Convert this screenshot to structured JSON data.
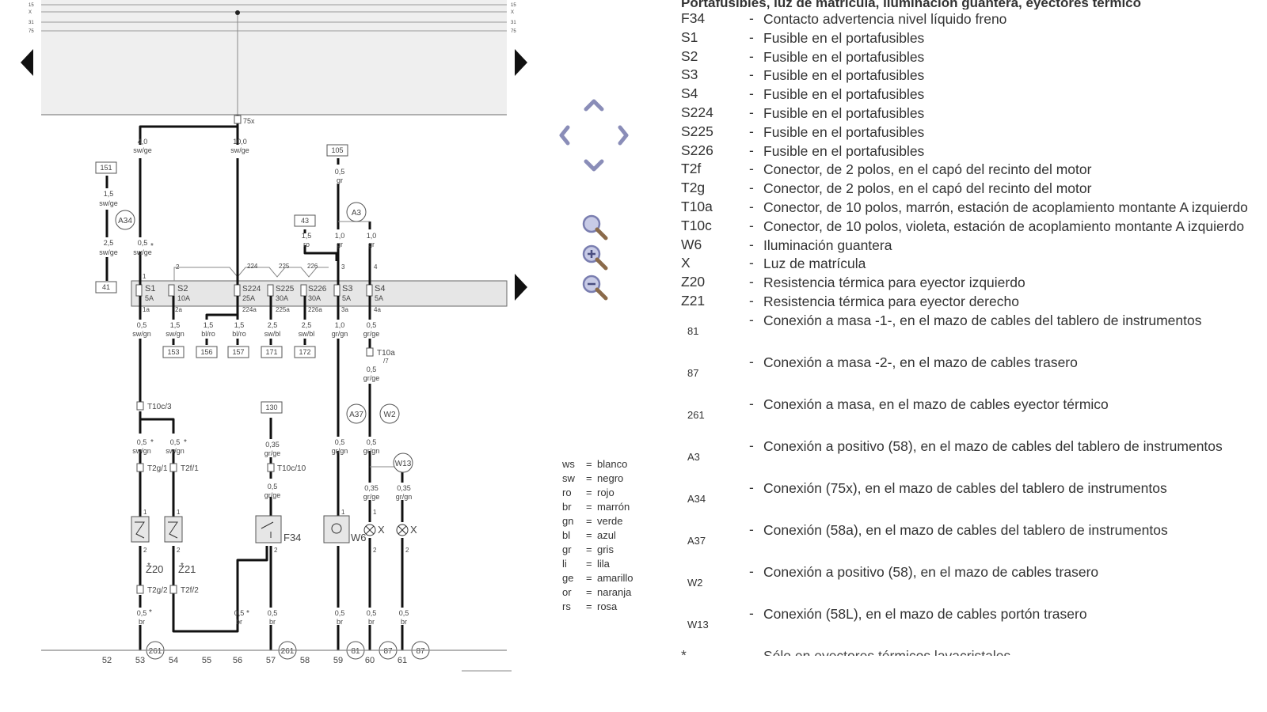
{
  "header_cut": "Portafusibles, luz de matrícula, iluminación guantera, eyectores térmico",
  "legend_items": [
    {
      "code": "F34",
      "text": "Contacto advertencia nivel líquido freno"
    },
    {
      "code": "S1",
      "text": "Fusible en el portafusibles"
    },
    {
      "code": "S2",
      "text": "Fusible en el portafusibles"
    },
    {
      "code": "S3",
      "text": "Fusible en el portafusibles"
    },
    {
      "code": "S4",
      "text": "Fusible en el portafusibles"
    },
    {
      "code": "S224",
      "text": "Fusible en el portafusibles"
    },
    {
      "code": "S225",
      "text": "Fusible en el portafusibles"
    },
    {
      "code": "S226",
      "text": "Fusible en el portafusibles"
    },
    {
      "code": "T2f",
      "text": "Conector, de 2 polos, en el capó del recinto del motor"
    },
    {
      "code": "T2g",
      "text": "Conector, de 2 polos, en el capó del recinto del motor"
    },
    {
      "code": "T10a",
      "text": "Conector, de 10 polos, marrón, estación de acoplamiento montante A izquierdo"
    },
    {
      "code": "T10c",
      "text": "Conector, de 10 polos, violeta, estación de acoplamiento montante A izquierdo"
    },
    {
      "code": "W6",
      "text": "Iluminación guantera"
    },
    {
      "code": "X",
      "text": "Luz de matrícula"
    },
    {
      "code": "Z20",
      "text": "Resistencia térmica para eyector izquierdo"
    },
    {
      "code": "Z21",
      "text": "Resistencia térmica para eyector derecho"
    }
  ],
  "ground_items": [
    {
      "code": "81",
      "text": "Conexión a masa -1-, en el mazo de cables del tablero de instrumentos"
    },
    {
      "code": "87",
      "text": "Conexión a masa -2-, en el mazo de cables trasero"
    },
    {
      "code": "261",
      "text": "Conexión a masa, en el mazo de cables eyector térmico"
    },
    {
      "code": "A3",
      "text": "Conexión a positivo (58), en el mazo de cables del tablero de instrumentos"
    },
    {
      "code": "A34",
      "text": "Conexión (75x), en el mazo de cables del tablero de instrumentos"
    },
    {
      "code": "A37",
      "text": "Conexión (58a), en el mazo de cables del tablero de instrumentos"
    },
    {
      "code": "W2",
      "text": "Conexión a positivo (58), en el mazo de cables trasero"
    },
    {
      "code": "W13",
      "text": "Conexión (58L), en el mazo de cables portón trasero"
    }
  ],
  "footer_cut": "Sólo en eyectores térmicos lavacristales",
  "color_key": [
    {
      "code": "ws",
      "name": "blanco"
    },
    {
      "code": "sw",
      "name": "negro"
    },
    {
      "code": "ro",
      "name": "rojo"
    },
    {
      "code": "br",
      "name": "marrón"
    },
    {
      "code": "gn",
      "name": "verde"
    },
    {
      "code": "bl",
      "name": "azul"
    },
    {
      "code": "gr",
      "name": "gris"
    },
    {
      "code": "li",
      "name": "lila"
    },
    {
      "code": "ge",
      "name": "amarillo"
    },
    {
      "code": "or",
      "name": "naranja"
    },
    {
      "code": "rs",
      "name": "rosa"
    }
  ],
  "color_key_eq": "=",
  "track_numbers": [
    "52",
    "53",
    "54",
    "55",
    "56",
    "57",
    "58",
    "59",
    "60",
    "61"
  ],
  "fuses": [
    {
      "name": "S1",
      "amp": "5A"
    },
    {
      "name": "S2",
      "amp": "10A"
    },
    {
      "name": "S224",
      "amp": "25A"
    },
    {
      "name": "S225",
      "amp": "30A"
    },
    {
      "name": "S226",
      "amp": "30A"
    },
    {
      "name": "S3",
      "amp": "5A"
    },
    {
      "name": "S4",
      "amp": "5A"
    }
  ],
  "wire_labels": {
    "w1_size": "4,0",
    "w1_col": "sw/ge",
    "w2_size": "10,0",
    "w2_col": "sw/ge",
    "w3_size": "1,5",
    "w3_col": "sw/ge",
    "w4_size": "2,5",
    "w4_col": "sw/ge",
    "w5_size": "0,5",
    "w5_col": "sw/ge",
    "w6_size": "0,5",
    "w6_col": "gr",
    "w7_size": "1,0",
    "w7_col": "gr",
    "w8_size": "1,0",
    "w8_col": "gr",
    "w9_size": "1,5",
    "w9_col": "ro",
    "b1_size": "0,5",
    "b1_col": "sw/gn",
    "b2_size": "1,5",
    "b2_col": "sw/gn",
    "b3_size": "1,5",
    "b3_col": "bl/ro",
    "b4_size": "1,5",
    "b4_col": "bl/ro",
    "b5_size": "2,5",
    "b5_col": "sw/bl",
    "b6_size": "2,5",
    "b6_col": "sw/bl",
    "b7_size": "1,0",
    "b7_col": "gr/gn",
    "b8_size": "0,5",
    "b8_col": "gr/ge",
    "b9_size": "0,5",
    "b9_col": "gr/ge",
    "c1_size": "0,5",
    "c1_col": "sw/gn",
    "c2_size": "0,5",
    "c2_col": "sw/gn",
    "c3_size": "0,35",
    "c3_col": "gr/ge",
    "c4_size": "0,5",
    "c4_col": "gr/ge",
    "c5_size": "0,5",
    "c5_col": "gr/gn",
    "c6_size": "0,5",
    "c6_col": "gr/gn",
    "c7_size": "0,35",
    "c7_col": "gr/ge",
    "c8_size": "0,35",
    "c8_col": "gr/gn",
    "d1_size": "0,5",
    "d1_col": "br",
    "d2_size": "0,5",
    "d2_col": "br",
    "d3_size": "0,5",
    "d3_col": "br",
    "d4_size": "0,5",
    "d4_col": "br",
    "d5_size": "0,5",
    "d5_col": "br",
    "d6_size": "0,5",
    "d6_col": "br"
  },
  "ref_boxes": {
    "r151": "151",
    "r41": "41",
    "r105": "105",
    "r43": "43",
    "r153": "153",
    "r156": "156",
    "r157": "157",
    "r171": "171",
    "r172": "172",
    "r130": "130"
  },
  "circle_refs": {
    "A34": "A34",
    "A3": "A3",
    "A37": "A37",
    "W2": "W2",
    "W13": "W13",
    "g261a": "261",
    "g261b": "261",
    "g81": "81",
    "g87a": "87",
    "g87b": "87"
  },
  "component_labels": {
    "Z20": "Z20",
    "Z21": "Z21",
    "F34": "F34",
    "W6": "W6",
    "X1": "X",
    "X2": "X",
    "T10c3": "T10c/3",
    "T2g1": "T2g/1",
    "T2f1": "T2f/1",
    "T10c10": "T10c/10",
    "T2g2": "T2g/2",
    "T2f2": "T2f/2",
    "T10a": "T10a",
    "T10a_pin": "/7",
    "t75x": "75x"
  },
  "pins": {
    "p1": "1",
    "p2": "2",
    "p224": "224",
    "p225": "225",
    "p226": "226",
    "p3": "3",
    "p4": "4",
    "p1a": "1a",
    "p2a": "2a",
    "p224a": "224a",
    "p225a": "225a",
    "p226a": "226a",
    "p3a": "3a",
    "p4a": "4a",
    "q1": "1",
    "q2": "2",
    "q3": "1",
    "q4": "2",
    "q5": "2",
    "q6": "1",
    "q7": "1",
    "q8": "2",
    "q9": "2"
  },
  "star": "*",
  "top_bus_tick_labels": [
    "15",
    "X",
    "31",
    "75"
  ]
}
